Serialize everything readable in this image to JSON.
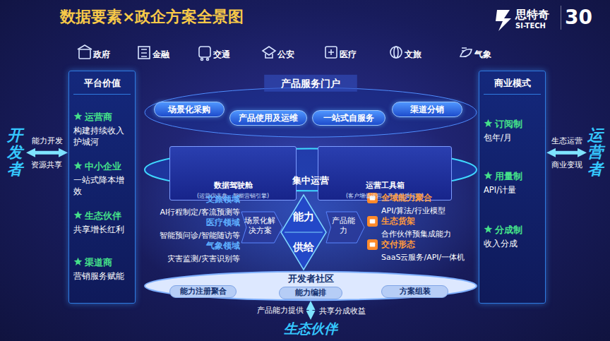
{
  "diagram": {
    "title": "数据要素×政企方案全景图",
    "nodes": [
      {
        "text": [
          "平台价值"
        ]
      },
      {
        "text": [
          "运营商",
          "构建持续收入护城河"
        ],
        "in": 0
      },
      {
        "text": [
          "中小企业",
          "一站式降本增效"
        ],
        "in": 0
      },
      {
        "text": [
          "生态伙伴",
          "共享增长红利"
        ],
        "in": 0
      },
      {
        "text": [
          "渠道商",
          "营销服务赋能"
        ],
        "in": 0
      },
      {
        "text": [
          "开发者"
        ]
      },
      {
        "text": [
          "产品服务门户"
        ]
      },
      {
        "text": [
          "场景化采购"
        ],
        "in": 6
      },
      {
        "text": [
          "产品使用及运维"
        ],
        "in": 6
      },
      {
        "text": [
          "一站式自服务"
        ],
        "in": 6
      },
      {
        "text": [
          "渠道分销"
        ],
        "in": 6
      },
      {
        "text": [
          "集中运营"
        ]
      },
      {
        "text": [
          "数据驾驶舱",
          "(运营仪表盘、智能营销引擎)"
        ],
        "in": 11
      },
      {
        "text": [
          "运营工具箱",
          "(客户增值运营、产品提质运营)"
        ],
        "in": 11
      },
      {
        "text": [
          "文旅领域",
          "AI行程制定/客流预测等"
        ]
      },
      {
        "text": [
          "医疗领域",
          "智能预问诊/智能随访等"
        ]
      },
      {
        "text": [
          "气象领域",
          "灾害监测/灾害识别等"
        ]
      },
      {
        "text": [
          "场景化解决方案"
        ]
      },
      {
        "text": [
          "能力",
          "供给"
        ]
      },
      {
        "text": [
          "产品能力"
        ]
      },
      {
        "text": [
          "全域能力聚合",
          "API/算法/行业模型"
        ]
      },
      {
        "text": [
          "生态货架",
          "合作伙伴预集成能力"
        ]
      },
      {
        "text": [
          "交付形态",
          "SaaS云服务/API/一体机"
        ]
      },
      {
        "text": [
          "开发者社区"
        ]
      },
      {
        "text": [
          "能力注册聚合"
        ],
        "in": 23
      },
      {
        "text": [
          "能力编排"
        ],
        "in": 23
      },
      {
        "text": [
          "方案组装"
        ],
        "in": 23
      },
      {
        "text": [
          "生态伙伴"
        ]
      },
      {
        "text": [
          "商业模式"
        ]
      },
      {
        "text": [
          "订阅制",
          "包年/月"
        ],
        "in": 28
      },
      {
        "text": [
          "用量制",
          "API/计量"
        ],
        "in": 28
      },
      {
        "text": [
          "分成制",
          "收入分成"
        ],
        "in": 28
      },
      {
        "text": [
          "运营者"
        ]
      }
    ],
    "edges": [
      {
        "from": 5,
        "to": 0,
        "arrow": "both",
        "label": "能力开发"
      },
      {
        "from": 28,
        "to": 32,
        "arrow": "both",
        "label": "生态运营"
      },
      {
        "from": 23,
        "to": 27,
        "arrow": "both",
        "label": "产品能力提供"
      }
    ],
    "labels": [
      "政府",
      "金融",
      "交通",
      "公安",
      "医疗",
      "文旅",
      "气象",
      "思特奇",
      "SI-TECH",
      "30",
      "资源共享",
      "商业变现",
      "共享分成收益"
    ]
  }
}
